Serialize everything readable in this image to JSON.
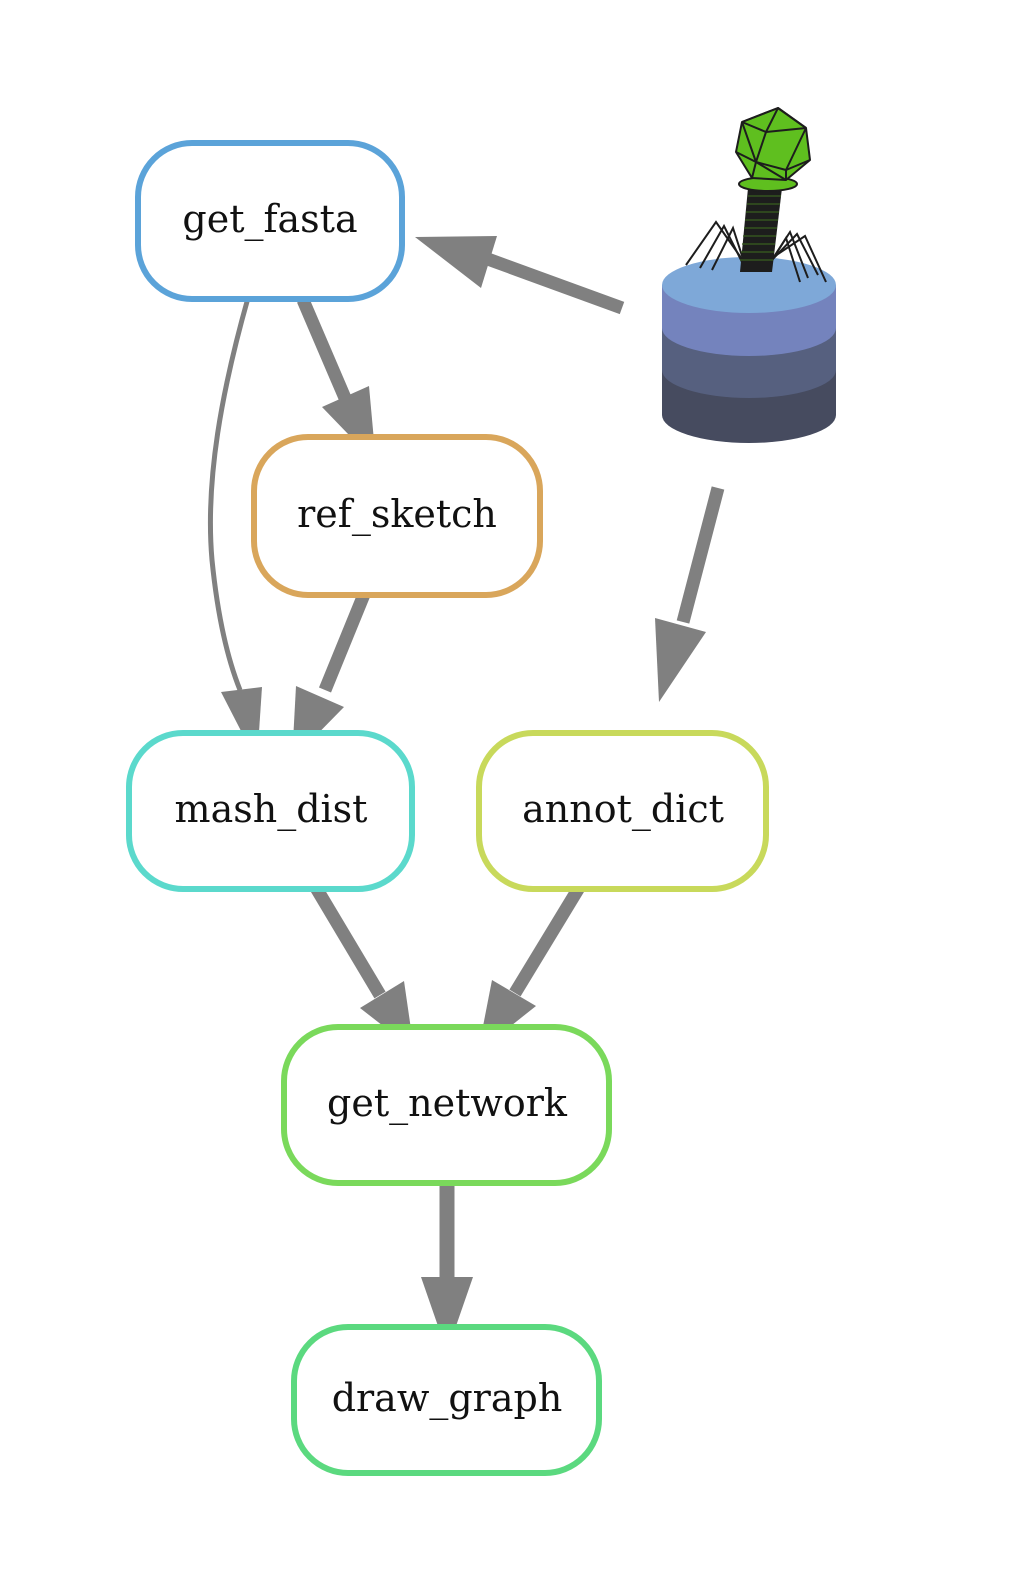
{
  "diagram": {
    "nodes": [
      {
        "id": "get_fasta",
        "label": "get_fasta",
        "color": "#5ba3d9"
      },
      {
        "id": "ref_sketch",
        "label": "ref_sketch",
        "color": "#d9a65b"
      },
      {
        "id": "mash_dist",
        "label": "mash_dist",
        "color": "#5bd9cc"
      },
      {
        "id": "annot_dict",
        "label": "annot_dict",
        "color": "#c8d95b"
      },
      {
        "id": "get_network",
        "label": "get_network",
        "color": "#7ad95b"
      },
      {
        "id": "draw_graph",
        "label": "draw_graph",
        "color": "#5bd97f"
      }
    ],
    "edges": [
      {
        "from": "database",
        "to": "get_fasta"
      },
      {
        "from": "get_fasta",
        "to": "ref_sketch"
      },
      {
        "from": "get_fasta",
        "to": "mash_dist"
      },
      {
        "from": "ref_sketch",
        "to": "mash_dist"
      },
      {
        "from": "database",
        "to": "annot_dict"
      },
      {
        "from": "mash_dist",
        "to": "get_network"
      },
      {
        "from": "annot_dict",
        "to": "get_network"
      },
      {
        "from": "get_network",
        "to": "draw_graph"
      }
    ],
    "edge_color": "#808080",
    "logo": {
      "name": "phage-database-icon",
      "layer_colors": [
        "#7ea8d8",
        "#7483bd",
        "#56607f",
        "#464b5f"
      ],
      "capsid_color": "#5fbf1f",
      "tail_color": "#1d1d1d"
    }
  }
}
